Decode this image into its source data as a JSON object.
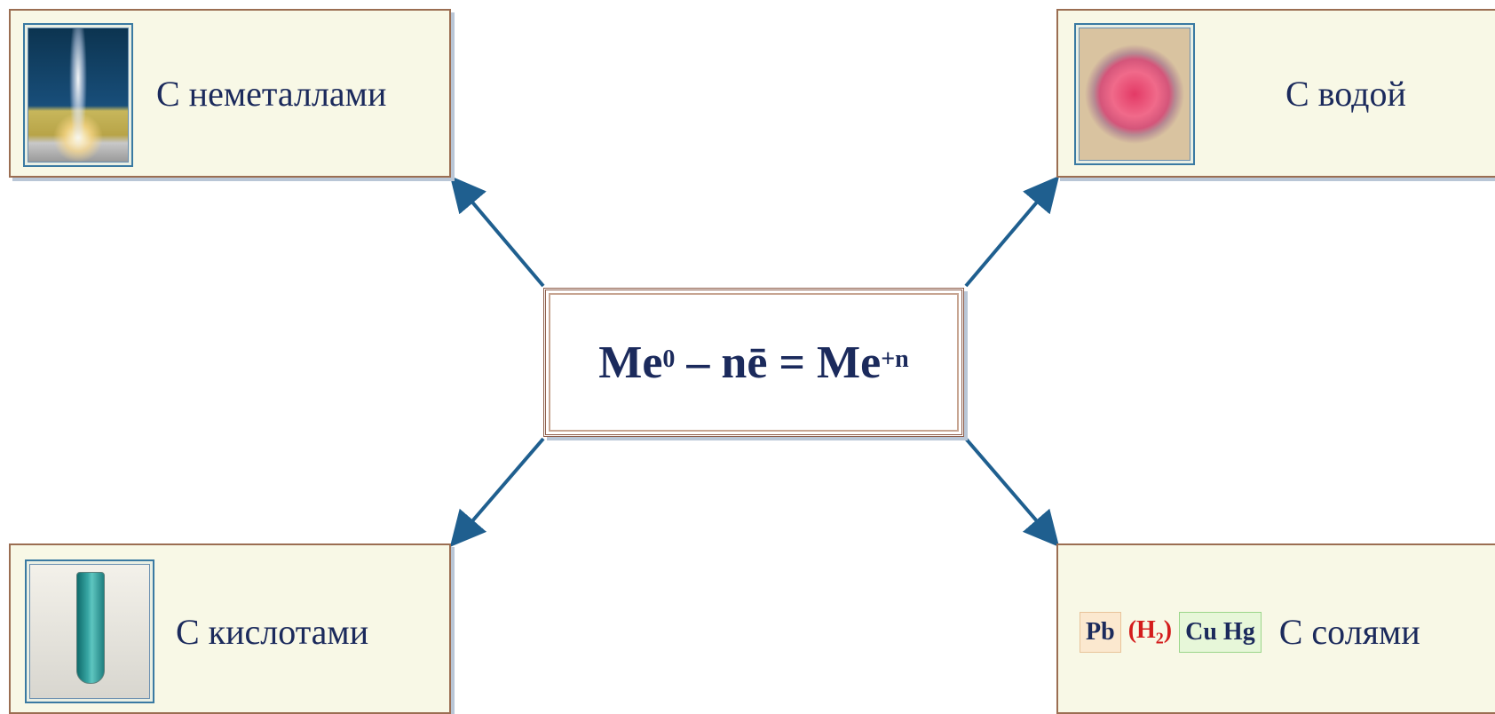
{
  "center": {
    "base1": "Me",
    "sup1": "0",
    "middle": " – nē = Me",
    "sup2": "+n"
  },
  "boxes": {
    "nonmetals": {
      "label": "С неметаллами",
      "image": "sparks-photo"
    },
    "water": {
      "label": "С водой",
      "image": "petri-dish-photo"
    },
    "acids": {
      "label": "С кислотами",
      "image": "test-tube-photo"
    },
    "salts": {
      "label": "С солями",
      "chip_pb": "Pb",
      "chip_h2_open": "(H",
      "chip_h2_sub": "2",
      "chip_h2_close": ")",
      "chip_cuhg": "Cu Hg"
    }
  },
  "colors": {
    "arrow": "#1f5f8f",
    "text": "#1b2a5c",
    "box_fill": "#f8f8e6",
    "box_border": "#9b6e52",
    "h2_red": "#d41c1c"
  },
  "icons": [
    "arrow-up-left-icon",
    "arrow-up-right-icon",
    "arrow-down-left-icon",
    "arrow-down-right-icon"
  ]
}
